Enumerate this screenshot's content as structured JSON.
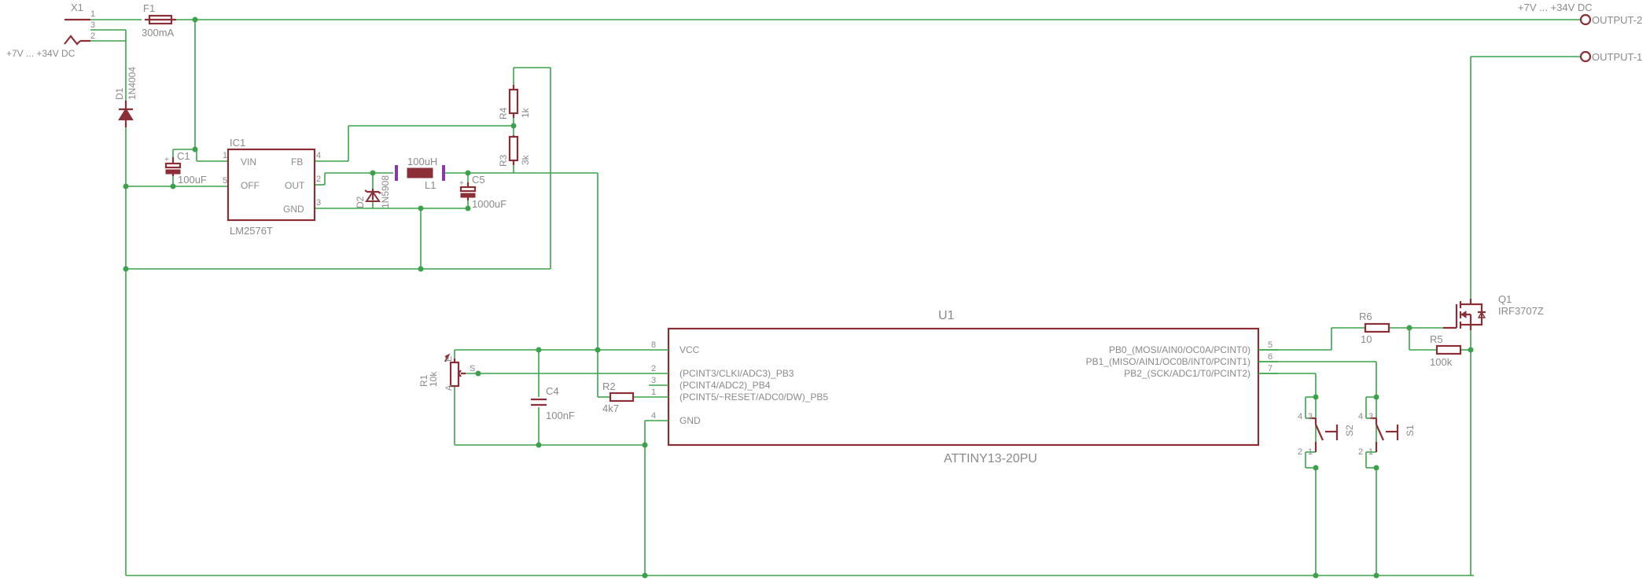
{
  "labels": {
    "x1": "X1",
    "x1_pin1": "1",
    "x1_pin2": "2",
    "x1_pin3": "3",
    "input_voltage": "+7V ... +34V DC",
    "f1": "F1",
    "f1_value": "300mA",
    "output2_voltage": "+7V ... +34V DC",
    "output2": "OUTPUT-2",
    "output1": "OUTPUT-1",
    "d1": "D1",
    "d1_value": "1N4004",
    "c1": "C1",
    "c1_value": "100uF",
    "ic1": "IC1",
    "ic1_value": "LM2576T",
    "ic1_pin_vin": "VIN",
    "ic1_pin_off": "OFF",
    "ic1_pin_fb": "FB",
    "ic1_pin_out": "OUT",
    "ic1_pin_gnd": "GND",
    "ic1_n1": "1",
    "ic1_n5": "5",
    "ic1_n4": "4",
    "ic1_n2": "2",
    "ic1_n3": "3",
    "d2": "D2",
    "d2_value": "1N5908",
    "l1": "L1",
    "l1_value": "100uH",
    "c5": "C5",
    "c5_value": "1000uF",
    "r4": "R4",
    "r4_value": "1k",
    "r3": "R3",
    "r3_value": "3k",
    "u1": "U1",
    "u1_value": "ATTINY13-20PU",
    "u1_vcc": "VCC",
    "u1_gnd": "GND",
    "u1_pb3": "(PCINT3/CLKI/ADC3)_PB3",
    "u1_pb4": "(PCINT4/ADC2)_PB4",
    "u1_pb5": "(PCINT5/~RESET/ADC0/DW)_PB5",
    "u1_pb0": "PB0_(MOSI/AIN0/OC0A/PCINT0)",
    "u1_pb1": "PB1_(MISO/AIN1/OC0B/INT0/PCINT1)",
    "u1_pb2": "PB2_(SCK/ADC1/T0/PCINT2)",
    "u1_n8": "8",
    "u1_n2": "2",
    "u1_n3": "3",
    "u1_n1": "1",
    "u1_n4": "4",
    "u1_n5": "5",
    "u1_n6": "6",
    "u1_n7": "7",
    "r1": "R1",
    "r1_value": "10k",
    "r1_e": "E",
    "r1_a": "A",
    "r1_s": "S",
    "c4": "C4",
    "c4_value": "100nF",
    "r2": "R2",
    "r2_value": "4k7",
    "r6": "R6",
    "r6_value": "10",
    "r5": "R5",
    "r5_value": "100k",
    "q1": "Q1",
    "q1_value": "IRF3707Z",
    "s1": "S1",
    "s2": "S2",
    "sw_pin1": "1",
    "sw_pin2": "2",
    "sw_pin3": "3",
    "sw_pin4": "4"
  },
  "colors": {
    "wire": "#3aa34a",
    "component": "#8b2e35",
    "text": "#8a8a8a",
    "inductor_marker": "#8a3aa3"
  }
}
